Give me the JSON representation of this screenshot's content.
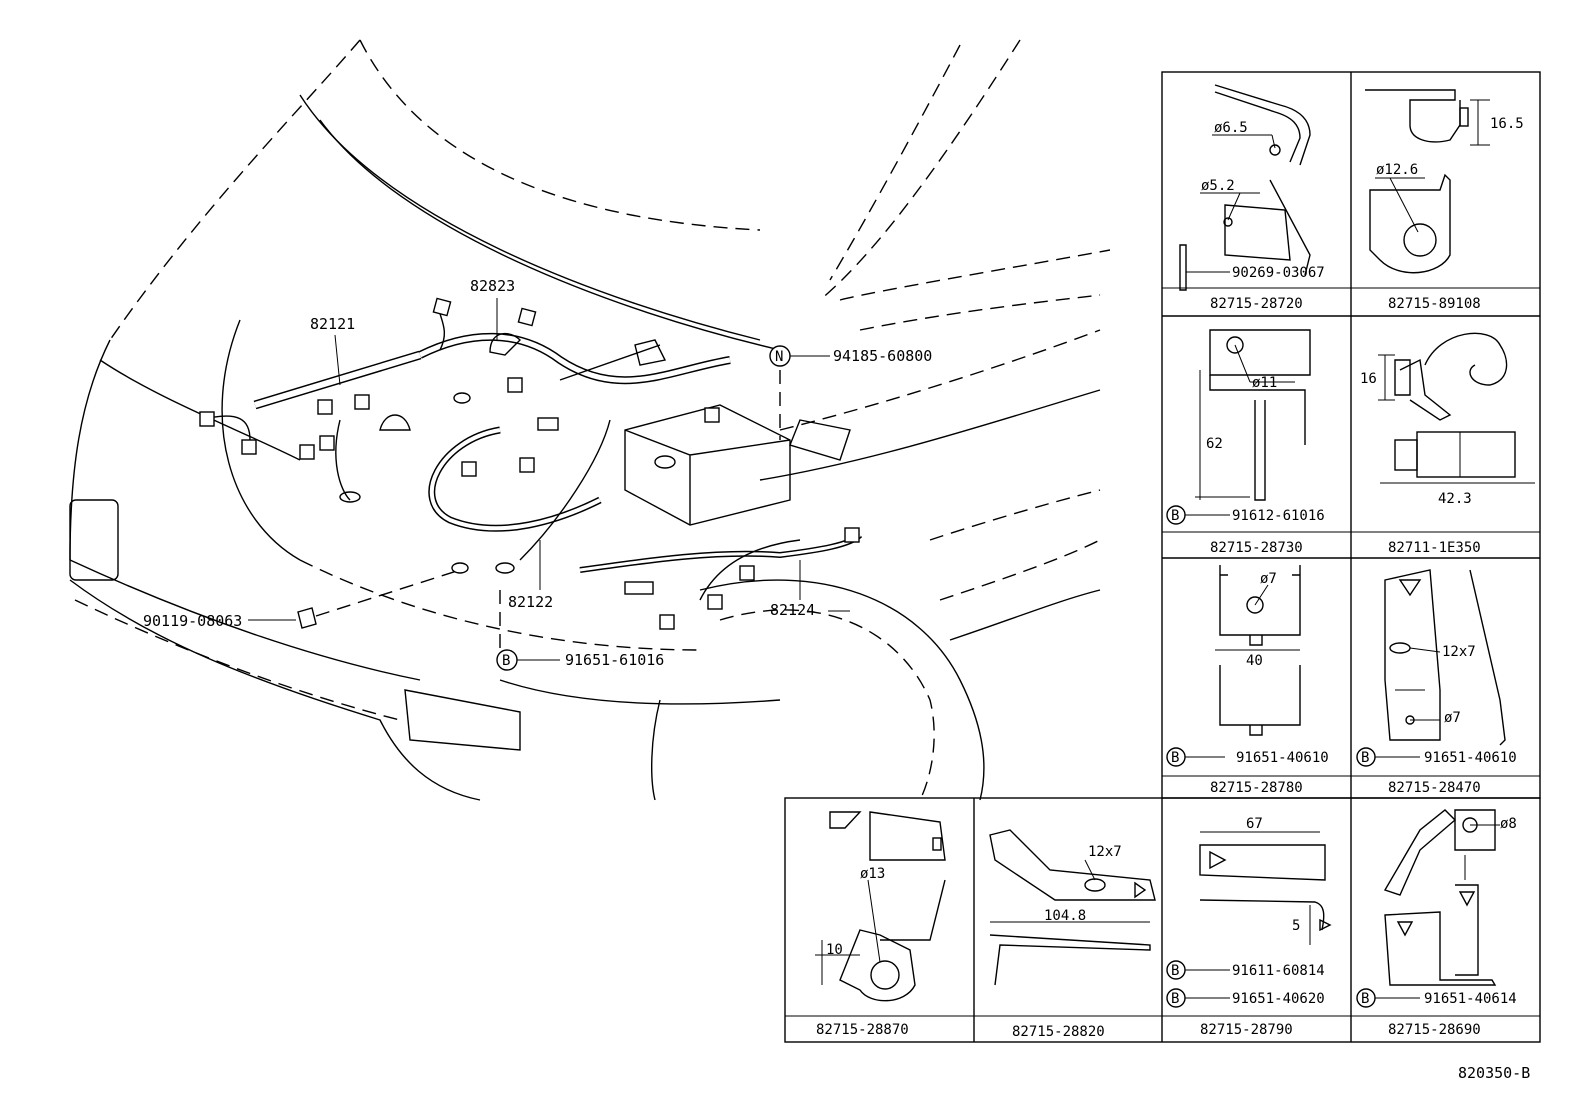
{
  "main_labels": {
    "p82823": "82823",
    "p82121": "82121",
    "p94185": "94185-60800",
    "p82122": "82122",
    "p82124": "82124",
    "p90119": "90119-08063",
    "p91651_61016": "91651-61016",
    "n_symbol": "N",
    "b_symbol": "B"
  },
  "cells": {
    "c1": {
      "part": "82715-28720",
      "d1": "ø6.5",
      "d2": "ø5.2",
      "bolt": "90269-03067"
    },
    "c2": {
      "part": "82715-89108",
      "d1": "16.5",
      "d2": "ø12.6"
    },
    "c3": {
      "part": "82715-28730",
      "d1": "ø11",
      "d2": "62",
      "bolt": "91612-61016"
    },
    "c4": {
      "part": "82711-1E350",
      "d1": "16",
      "d2": "42.3"
    },
    "c5": {
      "part": "82715-28780",
      "d1": "ø7",
      "d2": "40",
      "bolt": "91651-40610"
    },
    "c6": {
      "part": "82715-28470",
      "d1": "12x7",
      "d2": "ø7",
      "bolt": "91651-40610"
    },
    "c7": {
      "part": "82715-28870",
      "d1": "ø13",
      "d2": "10"
    },
    "c8": {
      "part": "82715-28820",
      "d1": "12x7",
      "d2": "104.8"
    },
    "c9": {
      "part": "82715-28790",
      "d1": "67",
      "d2": "5",
      "bolt1": "91611-60814",
      "bolt2": "91651-40620"
    },
    "c10": {
      "part": "82715-28690",
      "d1": "ø8",
      "bolt": "91651-40614"
    }
  },
  "figure_id": "820350-B"
}
